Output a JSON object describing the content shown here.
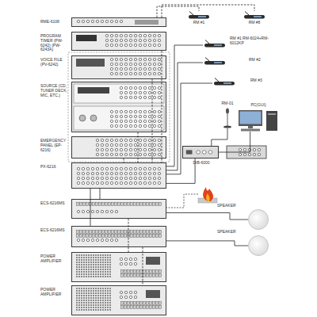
{
  "diagram": {
    "nodes": [
      {
        "text": [
          "RME-6108"
        ]
      },
      {
        "text": [
          "PROGRAM TIMER (PW-6242) (PW-6243A)"
        ]
      },
      {
        "text": [
          "VOICE FILE (PV-6242)"
        ]
      },
      {
        "text": [
          "SOURCE (CD, TUNER DECK, MIC, ETC.)"
        ]
      },
      {
        "text": [
          "EMERGENCY PANEL (EP-6216)"
        ]
      },
      {
        "text": [
          "PX-6216"
        ]
      },
      {
        "text": [
          "ECS-6216MS"
        ]
      },
      {
        "text": [
          "ECS-6216MS"
        ]
      },
      {
        "text": [
          "POWER AMPLIFIER"
        ]
      },
      {
        "text": [
          "POWER AMPLIFIER"
        ]
      },
      {
        "text": [
          "RM #1"
        ]
      },
      {
        "text": [
          "RM #8"
        ]
      },
      {
        "text": [
          "RM #1 RM-6024+RM-6012KP"
        ]
      },
      {
        "text": [
          "RM #2"
        ]
      },
      {
        "text": [
          "RM #3"
        ]
      },
      {
        "text": [
          "RM-01"
        ]
      },
      {
        "text": [
          "PC(GUI)"
        ]
      },
      {
        "text": [
          "DIB-6000"
        ]
      },
      {
        "text": [
          "SPEAKER"
        ]
      },
      {
        "text": [
          "SPEAKER"
        ]
      }
    ],
    "edges": [
      {
        "from": 0,
        "to": 10,
        "arrow": "none"
      },
      {
        "from": 0,
        "to": 11,
        "arrow": "none"
      },
      {
        "from": 5,
        "to": 12,
        "arrow": "none"
      },
      {
        "from": 5,
        "to": 13,
        "arrow": "none"
      },
      {
        "from": 5,
        "to": 14,
        "arrow": "none"
      },
      {
        "from": 5,
        "to": 17,
        "arrow": "none"
      },
      {
        "from": 17,
        "to": 16,
        "arrow": "none"
      },
      {
        "from": 15,
        "to": 17,
        "arrow": "none"
      },
      {
        "from": 6,
        "to": 18,
        "arrow": "none"
      },
      {
        "from": 7,
        "to": 19,
        "arrow": "none"
      },
      {
        "from": 1,
        "to": 5,
        "arrow": "none"
      },
      {
        "from": 2,
        "to": 5,
        "arrow": "none"
      },
      {
        "from": 3,
        "to": 5,
        "arrow": "none"
      },
      {
        "from": 4,
        "to": 5,
        "arrow": "none"
      },
      {
        "from": 5,
        "to": 6,
        "arrow": "none"
      },
      {
        "from": 5,
        "to": 7,
        "arrow": "none"
      },
      {
        "from": 6,
        "to": 8,
        "arrow": "none"
      },
      {
        "from": 7,
        "to": 9,
        "arrow": "none"
      }
    ]
  }
}
